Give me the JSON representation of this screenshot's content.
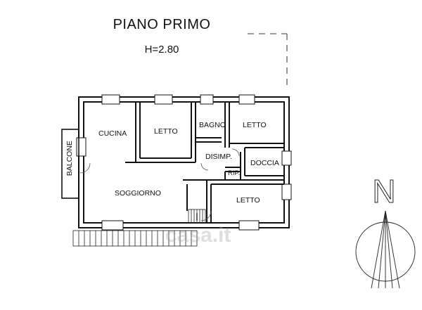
{
  "header": {
    "title": "PIANO PRIMO",
    "height": "H=2.80"
  },
  "rooms": {
    "cucina": "CUCINA",
    "letto_1": "LETTO",
    "bagno": "BAGNO",
    "letto_2": "LETTO",
    "disimpegno": "DISIMP.",
    "doccia": "DOCCIA",
    "ripostiglio": "RIP.",
    "soggiorno": "SOGGIORNO",
    "letto_3": "LETTO",
    "balcone": "BALCONE"
  },
  "compass": {
    "north": "N"
  },
  "watermark": "casa.it"
}
